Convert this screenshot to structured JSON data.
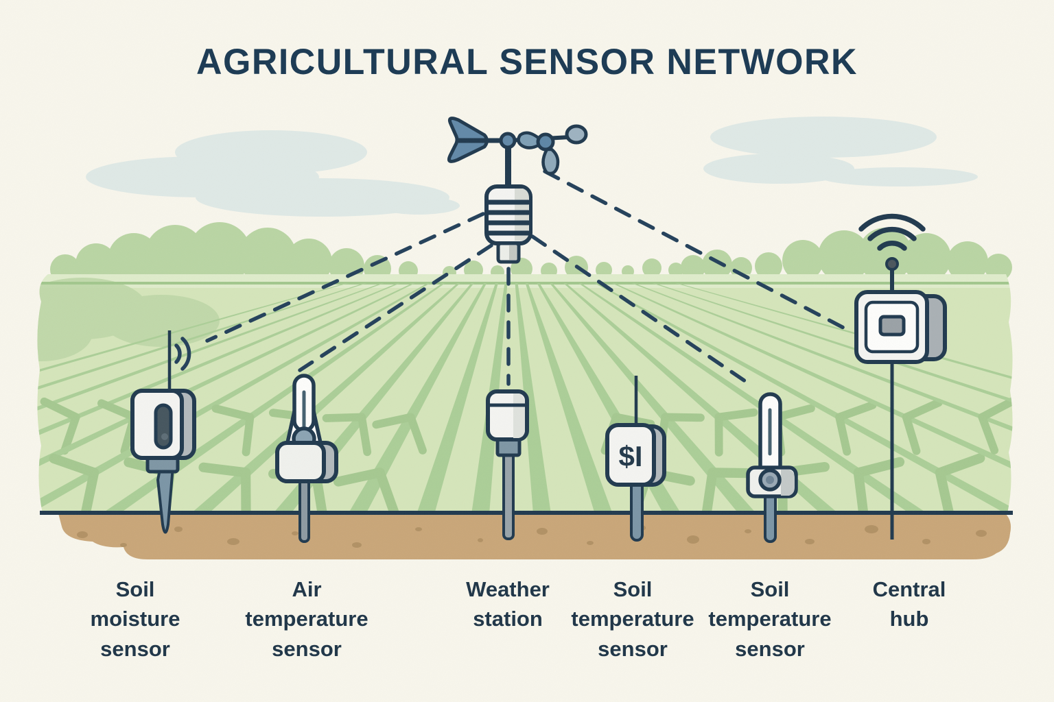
{
  "title": "AGRICULTURAL SENSOR NETWORK",
  "scene": {
    "description": "Flat illustration of a farm field with a wireless agricultural sensor network: field sensors connected by dashed signal lines to an elevated weather station and a central hub"
  },
  "devices": [
    {
      "id": "soil-moisture-sensor",
      "label": "Soil\nmoisture\nsensor",
      "icon": "probe-box-with-antenna-and-wifi"
    },
    {
      "id": "air-temperature-sensor",
      "label": "Air\ntemperature\nsensor",
      "icon": "thermometer-on-post"
    },
    {
      "id": "weather-station",
      "label": "Weather\nstation",
      "icon": "wind-vane-anemometer-shield"
    },
    {
      "id": "soil-temperature-sensor-1",
      "label": "Soil\ntemperature\nsensor",
      "icon": "boxed-soil-probe",
      "display_text": "$I"
    },
    {
      "id": "soil-temperature-sensor-2",
      "label": "Soil\ntemperature\nsensor",
      "icon": "tall-soil-thermometer"
    },
    {
      "id": "central-hub",
      "label": "Central\nhub",
      "icon": "wifi-hub-box-on-pole"
    }
  ],
  "colors": {
    "background": "#f8f6ec",
    "outline_navy": "#20394e",
    "title_text": "#1e3c55",
    "label_text": "#22384a",
    "cloud": "#dfe9e6",
    "field_light_green": "#d5e5ba",
    "crop_row_green": "#abce97",
    "bush_green": "#b9d5a3",
    "soil_tan": "#c9a678",
    "soil_spot_brown": "#aa8a5e",
    "device_white": "#f4f4f1",
    "device_gray": "#b2b9bc",
    "steel_blue": "#6289a8",
    "probe_blue_gray": "#7b95a6"
  }
}
